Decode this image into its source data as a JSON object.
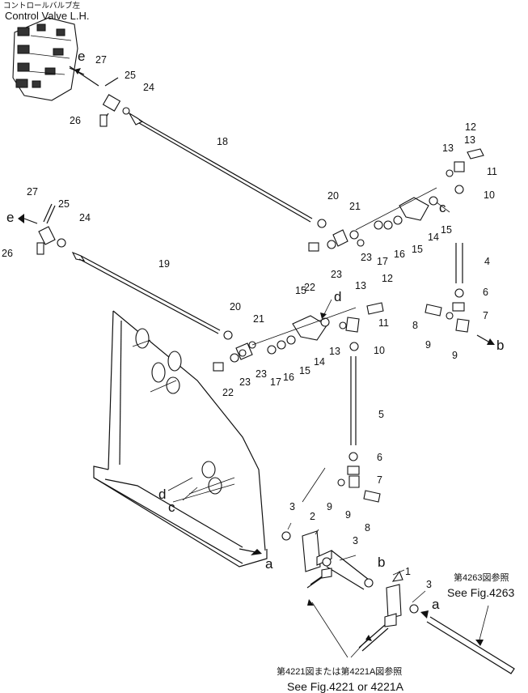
{
  "control_valve": {
    "label_jp": "コントロールバルブ左",
    "label_en": "Control Valve L.H."
  },
  "part_numbers": {
    "p1": "1",
    "p2": "2",
    "p3a": "3",
    "p3b": "3",
    "p3c": "3",
    "p4": "4",
    "p5": "5",
    "p6a": "6",
    "p6b": "6",
    "p7a": "7",
    "p7b": "7",
    "p8a": "8",
    "p8b": "8",
    "p9a": "9",
    "p9b": "9",
    "p9c": "9",
    "p9d": "9",
    "p10a": "10",
    "p10b": "10",
    "p11a": "11",
    "p11b": "11",
    "p12a": "12",
    "p12b": "12",
    "p13a": "13",
    "p13b": "13",
    "p13c": "13",
    "p13d": "13",
    "p14a": "14",
    "p14b": "14",
    "p15a": "15",
    "p15b": "15",
    "p15c": "15",
    "p15d": "15",
    "p16a": "16",
    "p16b": "16",
    "p17a": "17",
    "p17b": "17",
    "p18": "18",
    "p19": "19",
    "p20a": "20",
    "p20b": "20",
    "p21a": "21",
    "p21b": "21",
    "p22a": "22",
    "p22b": "22",
    "p23a": "23",
    "p23b": "23",
    "p23c": "23",
    "p23d": "23",
    "p24a": "24",
    "p24b": "24",
    "p25a": "25",
    "p25b": "25",
    "p26a": "26",
    "p26b": "26",
    "p27a": "27",
    "p27b": "27"
  },
  "connection_letters": {
    "a1": "a",
    "a2": "a",
    "b1": "b",
    "b2": "b",
    "c1": "c",
    "c2": "c",
    "d1": "d",
    "d2": "d",
    "e1": "e",
    "e2": "e"
  },
  "references": {
    "fig4263_jp": "第4263図参照",
    "fig4263_en": "See Fig.4263",
    "fig4221_jp": "第4221図または第4221A図参照",
    "fig4221_en": "See Fig.4221 or 4221A"
  }
}
